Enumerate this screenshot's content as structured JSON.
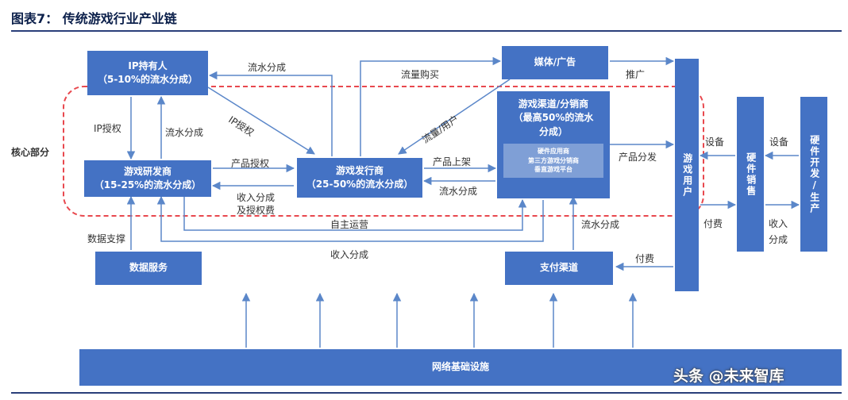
{
  "title": "图表7：  传统游戏行业产业链",
  "side_label": "核心部分",
  "boxes": {
    "ip_holder": {
      "line1": "IP持有人",
      "line2": "（5-10%的流水分成）"
    },
    "developer": {
      "line1": "游戏研发商",
      "line2": "（15-25%的流水分成）"
    },
    "publisher": {
      "line1": "游戏发行商",
      "line2": "（25-50%的流水分成）"
    },
    "media": {
      "line1": "媒体/广告"
    },
    "channel": {
      "line1": "游戏渠道/分销商",
      "line2": "（最高50%的流水",
      "line3": "分成）",
      "inner1": "硬件应用商",
      "inner2": "第三方游戏分销商",
      "inner3": "垂直游戏平台"
    },
    "users": {
      "text": "游戏用户"
    },
    "hardware_sales": {
      "text": "硬件销售"
    },
    "hardware_dev": {
      "text": "硬件开发/生产"
    },
    "data_service": {
      "text": "数据服务"
    },
    "payment": {
      "text": "支付渠道"
    },
    "network": {
      "text": "网络基础设施"
    }
  },
  "labels": {
    "ip_to_holder_rev": "流水分成",
    "ip_license": "IP授权",
    "ip_revshare": "流水分成",
    "ip_license_diag": "IP授权",
    "traffic_buy": "流量购买",
    "promote": "推广",
    "traffic_users": "流量/用户",
    "product_license": "产品授权",
    "income_share_1": "收入分成",
    "income_share_2": "及授权费",
    "product_listing": "产品上架",
    "revshare_channel": "流水分成",
    "product_dist": "产品分发",
    "device_1": "设备",
    "device_2": "设备",
    "data_support": "数据支撑",
    "self_operate": "自主运营",
    "income_share_bottom": "收入分成",
    "revshare_payment": "流水分成",
    "pay_1": "付费",
    "pay_2": "付费",
    "income_share_hw": "收入分成"
  },
  "watermark": "头条 @未来智库",
  "colors": {
    "box": "#4472c4",
    "arrow": "#5b87c9",
    "dash": "#e8484e",
    "title": "#0b1f4a"
  }
}
